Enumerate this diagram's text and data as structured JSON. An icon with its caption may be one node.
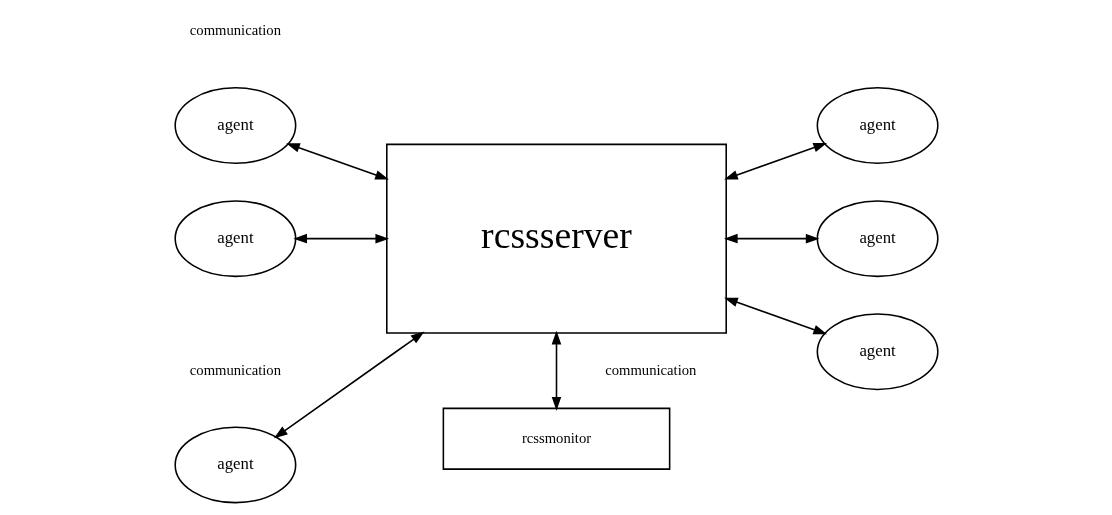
{
  "diagram": {
    "nodes": [
      {
        "text": [
          "agent"
        ]
      },
      {
        "text": [
          "rcssserver"
        ]
      },
      {
        "text": [
          "agent"
        ]
      },
      {
        "text": [
          "agent"
        ]
      },
      {
        "text": [
          "agent"
        ]
      },
      {
        "text": [
          "rcssmonitor"
        ]
      },
      {
        "text": [
          "agent"
        ]
      },
      {
        "text": [
          "agent"
        ]
      }
    ],
    "edges": [
      {
        "from": 0,
        "to": 1,
        "arrow": "both"
      },
      {
        "from": 1,
        "to": 2,
        "arrow": "both"
      },
      {
        "from": 3,
        "to": 1,
        "arrow": "both"
      },
      {
        "from": 1,
        "to": 4,
        "arrow": "both"
      },
      {
        "from": 1,
        "to": 5,
        "arrow": "both",
        "label": "communication"
      },
      {
        "from": 6,
        "to": 1,
        "arrow": "both"
      },
      {
        "from": 1,
        "to": 7,
        "arrow": "both"
      }
    ],
    "labels": [
      "communication",
      "communication"
    ]
  }
}
